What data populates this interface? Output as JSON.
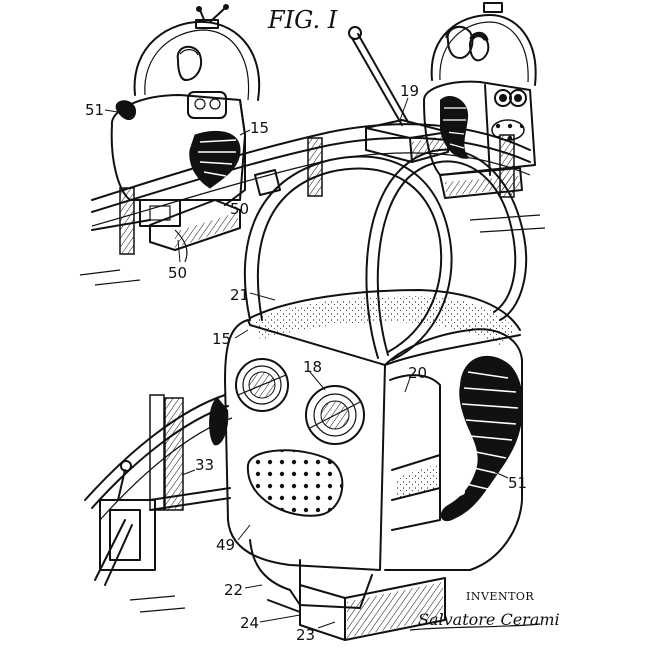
{
  "figure": {
    "title": "FIG. I",
    "inventor_label": "INVENTOR",
    "signature": "Salvatore Cerami"
  },
  "callouts": [
    {
      "id": "51-top",
      "text": "51"
    },
    {
      "id": "15-top",
      "text": "15"
    },
    {
      "id": "19",
      "text": "19"
    },
    {
      "id": "50-right",
      "text": "50"
    },
    {
      "id": "50-bottom",
      "text": "50"
    },
    {
      "id": "21",
      "text": "21"
    },
    {
      "id": "15-main",
      "text": "15"
    },
    {
      "id": "18",
      "text": "18"
    },
    {
      "id": "20",
      "text": "20"
    },
    {
      "id": "33",
      "text": "33"
    },
    {
      "id": "51-main",
      "text": "51"
    },
    {
      "id": "49",
      "text": "49"
    },
    {
      "id": "22",
      "text": "22"
    },
    {
      "id": "24",
      "text": "24"
    },
    {
      "id": "23",
      "text": "23"
    }
  ]
}
